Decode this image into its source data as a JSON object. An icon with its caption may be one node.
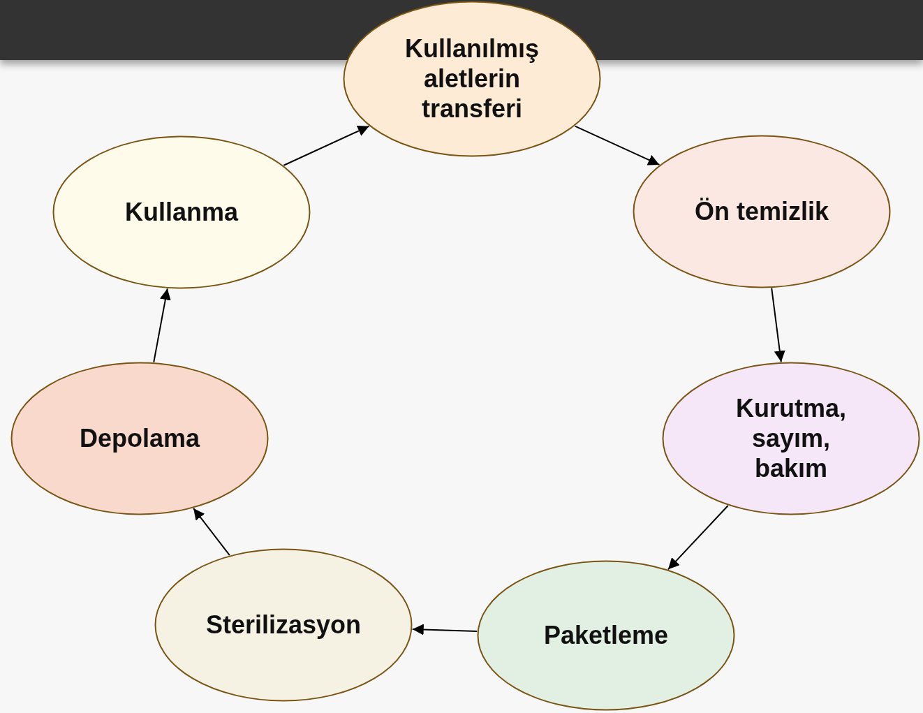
{
  "diagram": {
    "nodes": [
      {
        "text": [
          "Kullanılmış aletlerin transferi"
        ]
      },
      {
        "text": [
          "Ön temizlik"
        ]
      },
      {
        "text": [
          "Kurutma, sayım, bakım"
        ]
      },
      {
        "text": [
          "Paketleme"
        ]
      },
      {
        "text": [
          "Sterilizasyon"
        ]
      },
      {
        "text": [
          "Depolama"
        ]
      },
      {
        "text": [
          "Kullanma"
        ]
      }
    ],
    "edges": [
      {
        "from": 0,
        "to": 1,
        "arrow": "to"
      },
      {
        "from": 1,
        "to": 2,
        "arrow": "to"
      },
      {
        "from": 2,
        "to": 3,
        "arrow": "to"
      },
      {
        "from": 3,
        "to": 4,
        "arrow": "to"
      },
      {
        "from": 4,
        "to": 5,
        "arrow": "to"
      },
      {
        "from": 5,
        "to": 6,
        "arrow": "to"
      },
      {
        "from": 6,
        "to": 0,
        "arrow": "to"
      }
    ]
  }
}
